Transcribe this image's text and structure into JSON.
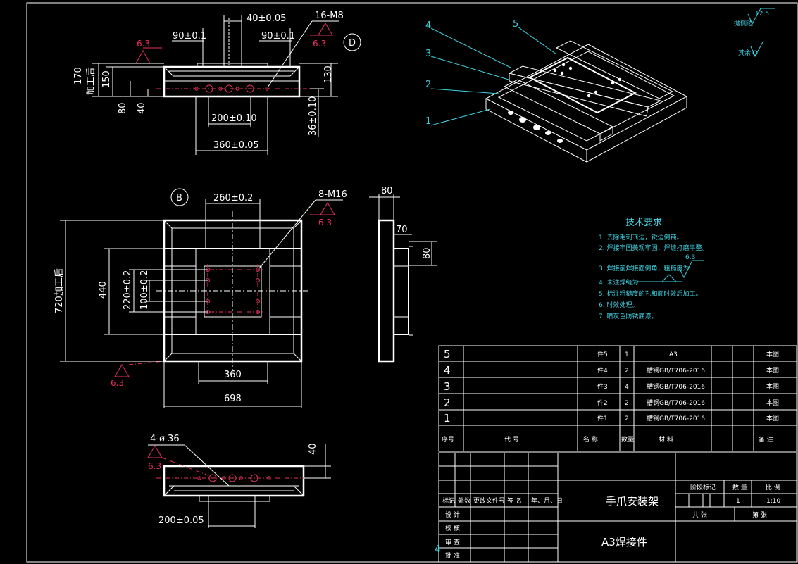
{
  "top_view": {
    "dim_40": "40±0.05",
    "dim_90_left": "90±0.1",
    "dim_90_right": "90±0.1",
    "dim_200": "200±0.10",
    "dim_360": "360±0.05",
    "dim_170": "170",
    "label_machined": "加工后",
    "dim_150": "150",
    "dim_80": "80",
    "dim_40_left": "40",
    "dim_130": "130",
    "dim_36": "36±0.10",
    "holes_label": "16-M8",
    "roughness": "6.3",
    "roughness_right": "6.3",
    "view_tag": "D"
  },
  "front_view": {
    "view_tag": "B",
    "dim_260": "260±0.2",
    "holes_label": "8-M16",
    "roughness": "6.3",
    "roughness_bottom": "6.3",
    "dim_720": "720",
    "label_machined": "加工后",
    "dim_440": "440",
    "dim_220": "220±0.2",
    "dim_100": "100±0.2",
    "dim_360": "360",
    "dim_698": "698"
  },
  "side_view": {
    "dim_80_top": "80",
    "dim_70": "70",
    "dim_80_right": "80"
  },
  "bottom_view": {
    "holes_label": "4-ø 36",
    "roughness": "6.3",
    "dim_40": "40",
    "dim_200": "200±0.05"
  },
  "iso_view": {
    "callouts": [
      "4",
      "5",
      "3",
      "2",
      "1"
    ]
  },
  "surface_symbols": {
    "ra_value": "12.5",
    "label_1": "抛侧边",
    "label_2": "其余"
  },
  "tech_requirements": {
    "title": "技术要求",
    "items": [
      "1. 去除毛刺飞边，锐边倒钝。",
      "2. 焊接牢固美观牢固，焊缝打磨平整。",
      "3. 焊接前焊接面倒角，粗糙度为",
      "4. 未注焊缝为",
      "5. 标注粗糙度的孔和面时效后加工。",
      "6. 时效处理。",
      "7. 喷灰色防锈底漆。"
    ],
    "ra_value": "6.3"
  },
  "bom": {
    "rows": [
      {
        "no": "5",
        "name": "件5",
        "qty": "1",
        "material": "A3",
        "note": "本图"
      },
      {
        "no": "4",
        "name": "件4",
        "qty": "2",
        "material": "槽钢GB/T706-2016",
        "note": "本图"
      },
      {
        "no": "3",
        "name": "件3",
        "qty": "4",
        "material": "槽钢GB/T706-2016",
        "note": "本图"
      },
      {
        "no": "2",
        "name": "件2",
        "qty": "2",
        "material": "槽钢GB/T706-2016",
        "note": "本图"
      },
      {
        "no": "1",
        "name": "件1",
        "qty": "2",
        "material": "槽钢GB/T706-2016",
        "note": "本图"
      }
    ],
    "header": {
      "no": "序号",
      "code": "代    号",
      "name": "名    称",
      "qty": "数量",
      "material": "材    料",
      "note": "备    注"
    }
  },
  "title_block": {
    "part_name": "手爪安装架",
    "material": "A3焊接件",
    "stage_label": "阶段标记",
    "weight_label": "数    量",
    "scale_label": "比    例",
    "qty_value": "1",
    "scale_value": "1:10",
    "sheet_total": "共    张",
    "sheet_no": "第    张",
    "rev_headers": [
      "标记",
      "处数",
      "更改文件号",
      "签    名",
      "年、月、日"
    ],
    "roles": [
      "设    计",
      "校    核",
      "审    查",
      "批    准"
    ],
    "corner_mark": "4"
  }
}
